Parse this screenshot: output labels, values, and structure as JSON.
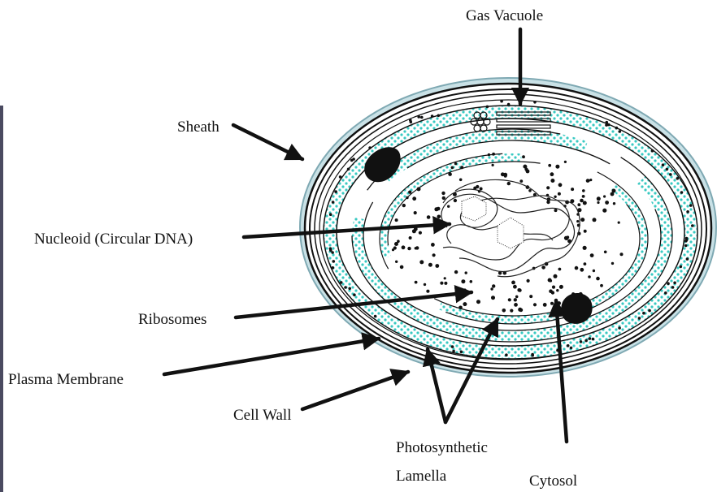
{
  "diagram": {
    "labels": {
      "gas_vacuole": "Gas Vacuole",
      "sheath": "Sheath",
      "nucleoid": "Nucleoid (Circular DNA)",
      "ribosomes": "Ribosomes",
      "plasma_membrane": "Plasma Membrane",
      "cell_wall": "Cell Wall",
      "photosynthetic_1": "Photosynthetic",
      "photosynthetic_2": "Lamella",
      "cytosol": "Cytosol"
    },
    "colors": {
      "sheath": "#c9e1e6",
      "sheath_edge": "#7fa9b3",
      "lamella": "#38c9c2",
      "ink": "#111111",
      "page_bar": "#4a4a60"
    }
  }
}
